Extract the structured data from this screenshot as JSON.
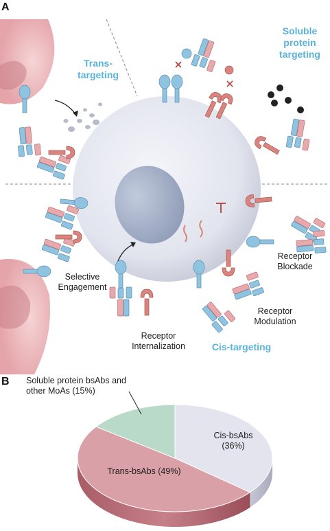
{
  "panel_a": {
    "letter": "A",
    "trans_targeting": [
      "Trans-",
      "targeting"
    ],
    "soluble_targeting": [
      "Soluble",
      "protein",
      "targeting"
    ],
    "selective_engagement": [
      "Selective",
      "Engagement"
    ],
    "receptor_internalization": [
      "Receptor",
      "Internalization"
    ],
    "cis_targeting": "Cis-targeting",
    "receptor_modulation": [
      "Receptor",
      "Modulation"
    ],
    "receptor_blockade": [
      "Receptor",
      "Blockade"
    ]
  },
  "panel_b": {
    "letter": "B",
    "soluble_label": [
      "Soluble protein bsAbs and",
      "other MoAs (15%)"
    ],
    "cis_label": [
      "Cis-bsAbs",
      "(36%)"
    ],
    "trans_label": "Trans-bsAbs (49%)"
  },
  "chart_data": {
    "type": "pie",
    "categories": [
      "Cis-bsAbs",
      "Trans-bsAbs",
      "Soluble protein bsAbs and other MoAs"
    ],
    "values": [
      36,
      49,
      15
    ],
    "colors": [
      "#e3e4ee",
      "#d9a0a8",
      "#b9d9c9"
    ]
  },
  "colors": {
    "blue_ab": "#8fc3e0",
    "blue_dark": "#6fa9c9",
    "pink_ab": "#e8a9ac",
    "pink_ligand": "#d9847f",
    "cell": "#e4e6f0",
    "nucleus": "#a9b4cc",
    "red_mark": "#b5413f",
    "title_blue": "#5bb3da"
  }
}
